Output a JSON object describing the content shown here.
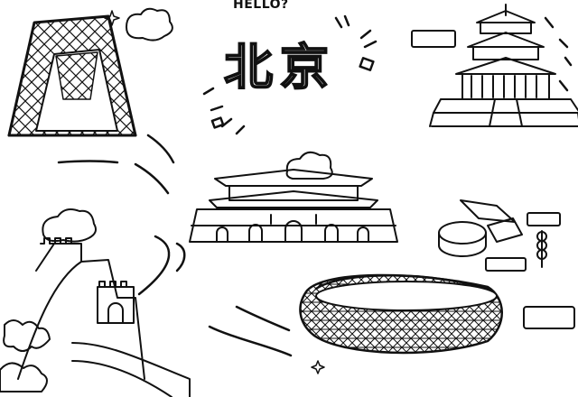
{
  "header": {
    "hello_text": "HELLO?"
  },
  "title": {
    "text": "北京"
  },
  "colors": {
    "ink": "#111111",
    "paper": "#ffffff"
  },
  "landmarks": [
    {
      "name": "cctv-tower"
    },
    {
      "name": "temple-of-heaven"
    },
    {
      "name": "tiananmen-gate"
    },
    {
      "name": "great-wall"
    },
    {
      "name": "birds-nest-stadium"
    },
    {
      "name": "beijing-food"
    }
  ]
}
